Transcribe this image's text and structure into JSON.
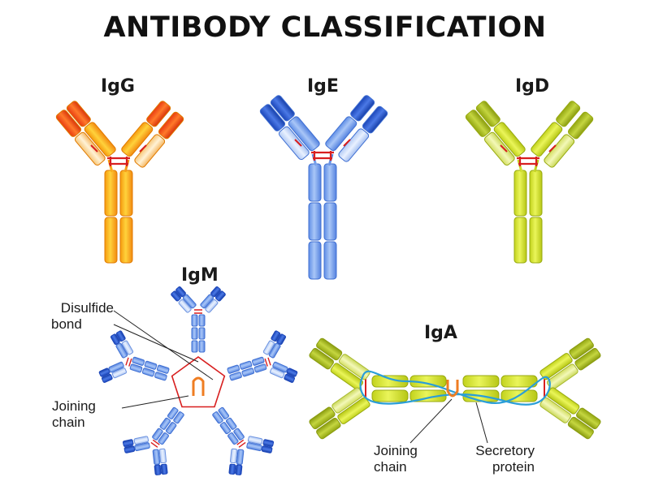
{
  "title": "ANTIBODY CLASSIFICATION",
  "antibodies": {
    "igg": {
      "label": "IgG"
    },
    "ige": {
      "label": "IgE"
    },
    "igd": {
      "label": "IgD"
    },
    "igm": {
      "label": "IgM"
    },
    "iga": {
      "label": "IgA"
    }
  },
  "annotations": {
    "disulfide_bond": [
      "Disulfide",
      "bond"
    ],
    "igm_joining_chain": [
      "Joining",
      "chain"
    ],
    "iga_joining_chain": [
      "Joining",
      "chain"
    ],
    "secretory_protein": [
      "Secretory",
      "protein"
    ]
  },
  "colors": {
    "igg_tip": "#f0561c",
    "igg_body": "#f9b51a",
    "ige_tip": "#2a58cf",
    "ige_body": "#7ea5ec",
    "igd": "#c8d82c",
    "disulfide": "#d81f1f",
    "joining_chain": "#ef7d22",
    "secretory": "#2b9ed8"
  }
}
